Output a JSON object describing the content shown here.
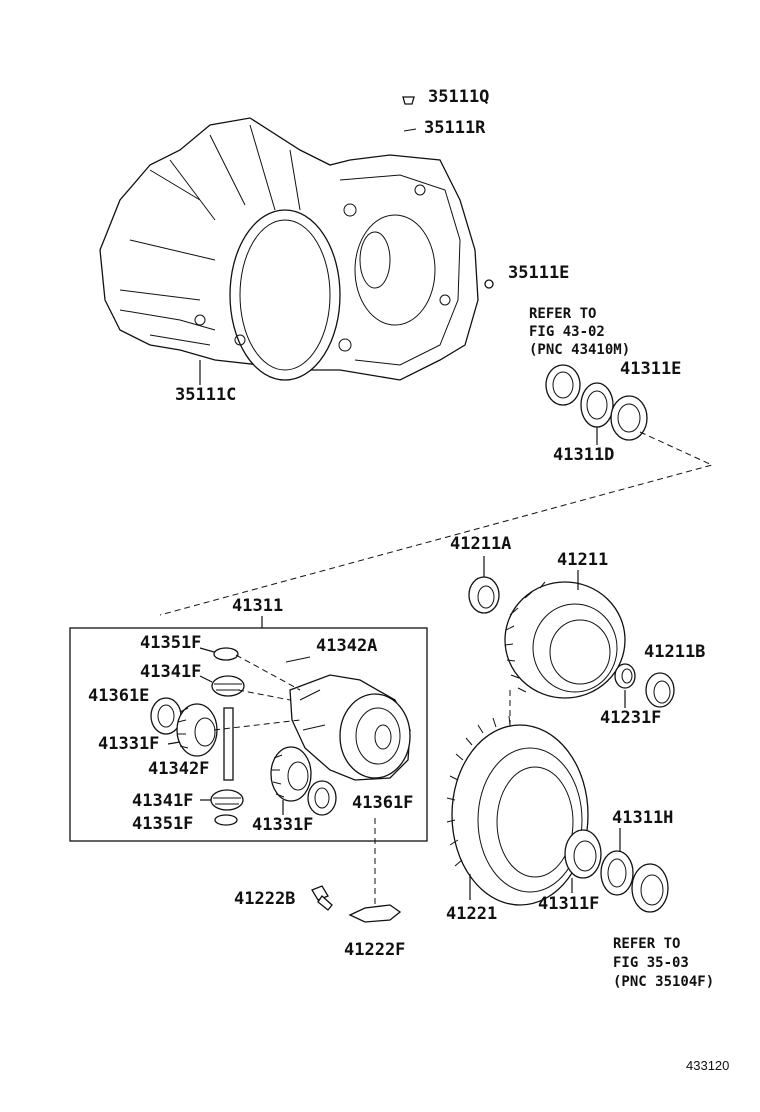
{
  "figure_number": "433120",
  "references": {
    "upper": [
      "REFER TO",
      "FIG 43-02",
      "(PNC 43410M)"
    ],
    "lower": [
      "REFER TO",
      "FIG 35-03",
      "(PNC 35104F)"
    ]
  },
  "parts": {
    "p35111Q": "35111Q",
    "p35111R": "35111R",
    "p35111E": "35111E",
    "p35111C": "35111C",
    "p41311E": "41311E",
    "p41311D": "41311D",
    "p41211A": "41211A",
    "p41211": "41211",
    "p41211B": "41211B",
    "p41231F": "41231F",
    "p41311": "41311",
    "p41351F_top": "41351F",
    "p41342A": "41342A",
    "p41341F_top": "41341F",
    "p41361E": "41361E",
    "p41331F_left": "41331F",
    "p41342F": "41342F",
    "p41341F_bottom": "41341F",
    "p41351F_bottom": "41351F",
    "p41331F_right": "41331F",
    "p41361F": "41361F",
    "p41221": "41221",
    "p41311F": "41311F",
    "p41311H": "41311H",
    "p41222B": "41222B",
    "p41222F": "41222F"
  }
}
